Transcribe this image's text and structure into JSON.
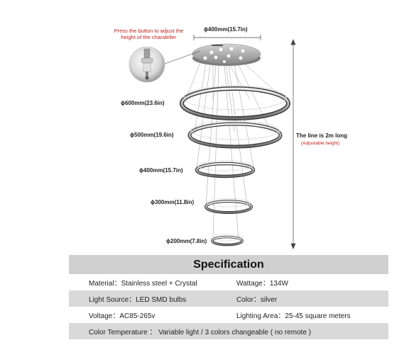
{
  "annotations": {
    "button_note_line1": "Press the button to adjust the",
    "button_note_line2": "height of the chandelier",
    "top_diameter": "ϕ400mm(15.7in)",
    "cord_length": "The line is 2m long",
    "cord_adjustable": "(Adjustable height)"
  },
  "rings": [
    {
      "label": "ϕ600mm(23.6in)"
    },
    {
      "label": "ϕ500mm(19.6in)"
    },
    {
      "label": "ϕ400mm(15.7in)"
    },
    {
      "label": "ϕ300mm(11.8in)"
    },
    {
      "label": "ϕ200mm(7.8in)"
    }
  ],
  "spec": {
    "title": "Specification",
    "rows": [
      {
        "left": "Material：Stainless steel + Crystal",
        "right": "Wattage：134W"
      },
      {
        "left": "Light Source：LED SMD bulbs",
        "right": "Color：silver"
      },
      {
        "left": "Voltage：AC85-265v",
        "right": "Lighting Area：25-45 square meters"
      }
    ],
    "color_temperature": "Color Temperature ： Variable light / 3 colors changeable ( no remote )"
  },
  "colors": {
    "note_red": "#c0201c",
    "table_shade": "#d9d9d9",
    "title_bg": "#d0d0d0"
  }
}
